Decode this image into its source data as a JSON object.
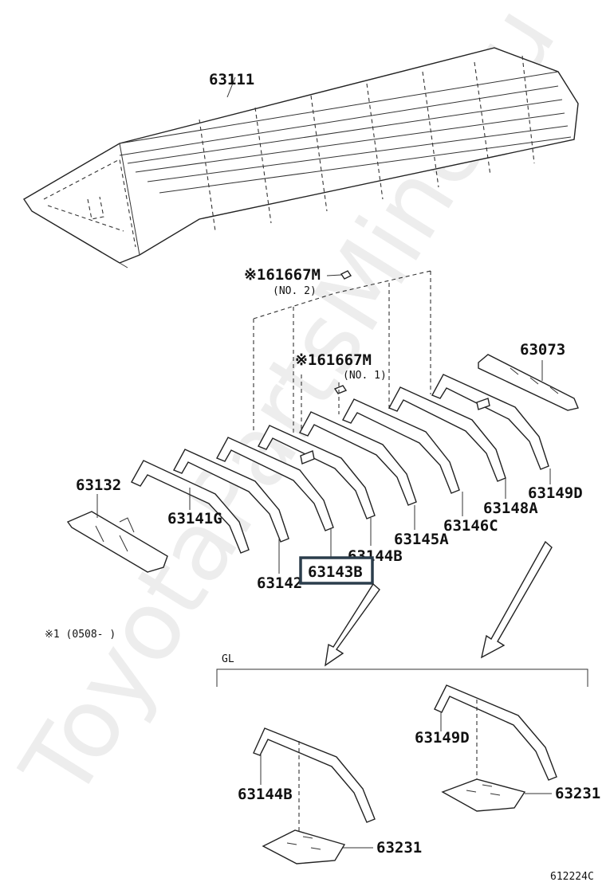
{
  "watermark": "ToyotaPartsMine.ru",
  "callouts": {
    "roof_panel": "63111",
    "clip_no2": "※161667M",
    "clip_no2_sub": "(NO. 2)",
    "clip_no1": "※161667M",
    "clip_no1_sub": "(NO. 1)",
    "header_rear": "63073",
    "header_front": "63132",
    "bow_g": "63141G",
    "bow_142": "63142",
    "bow_143b": "63143B",
    "bow_144b": "63144B",
    "bow_145a": "63145A",
    "bow_146c": "63146C",
    "bow_148a": "63148A",
    "bow_149d": "63149D"
  },
  "footnote": "※1 (0508-     )",
  "gl": {
    "label": "GL",
    "bow_left": "63144B",
    "bow_right": "63149D",
    "plate_left": "63231",
    "plate_right": "63231"
  },
  "figure_code": "612224C"
}
